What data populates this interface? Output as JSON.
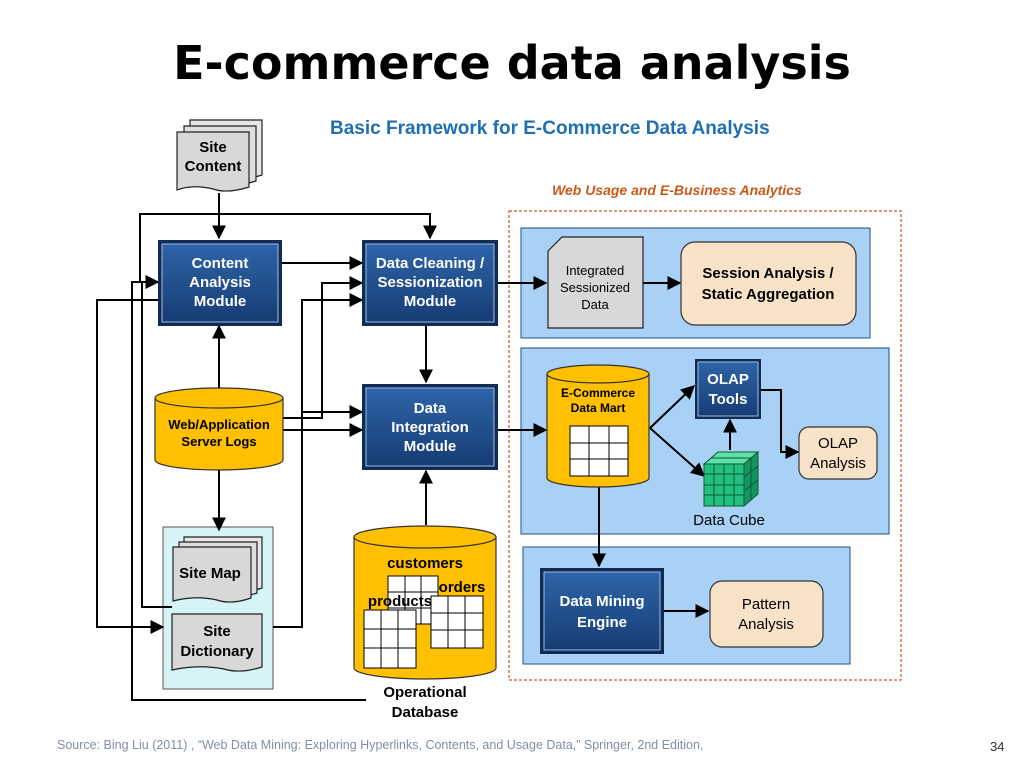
{
  "slide": {
    "title": "E-commerce data analysis",
    "diagram_title": "Basic Framework for E-Commerce Data Analysis",
    "section_title": "Web Usage and E-Business Analytics",
    "footer": "Source: Bing Liu (2011) , “Web Data Mining: Exploring Hyperlinks, Contents, and Usage Data,” Springer, 2nd Edition,",
    "page_number": "34"
  },
  "nodes": {
    "site_content": [
      "Site",
      "Content"
    ],
    "content_module": [
      "Content",
      "Analysis",
      "Module"
    ],
    "cleaning_module": [
      "Data Cleaning /",
      "Sessionization",
      "Module"
    ],
    "integration_module": [
      "Data",
      "Integration",
      "Module"
    ],
    "server_logs": [
      "Web/Application",
      "Server Logs"
    ],
    "site_map": [
      "Site Map"
    ],
    "site_dictionary": [
      "Site",
      "Dictionary"
    ],
    "operational_db": {
      "tables": [
        "customers",
        "orders",
        "products"
      ],
      "label": [
        "Operational",
        "Database"
      ]
    },
    "integrated_data": [
      "Integrated",
      "Sessionized",
      "Data"
    ],
    "session_analysis": [
      "Session Analysis /",
      "Static Aggregation"
    ],
    "data_mart": [
      "E-Commerce",
      "Data Mart"
    ],
    "olap_tools": [
      "OLAP",
      "Tools"
    ],
    "olap_analysis": [
      "OLAP",
      "Analysis"
    ],
    "data_cube": [
      "Data Cube"
    ],
    "mining_engine": [
      "Data Mining",
      "Engine"
    ],
    "pattern_analysis": [
      "Pattern",
      "Analysis"
    ]
  },
  "colors": {
    "module_blue": "#1f4f8f",
    "panel_blue": "#a9d1f5",
    "db_gold": "#ffc000",
    "result_beige": "#f8e3c8",
    "doc_gray": "#d8d8d8",
    "cube_green": "#21c07e",
    "section_orange": "#c85a1a",
    "title_blue": "#1f6fb2"
  }
}
